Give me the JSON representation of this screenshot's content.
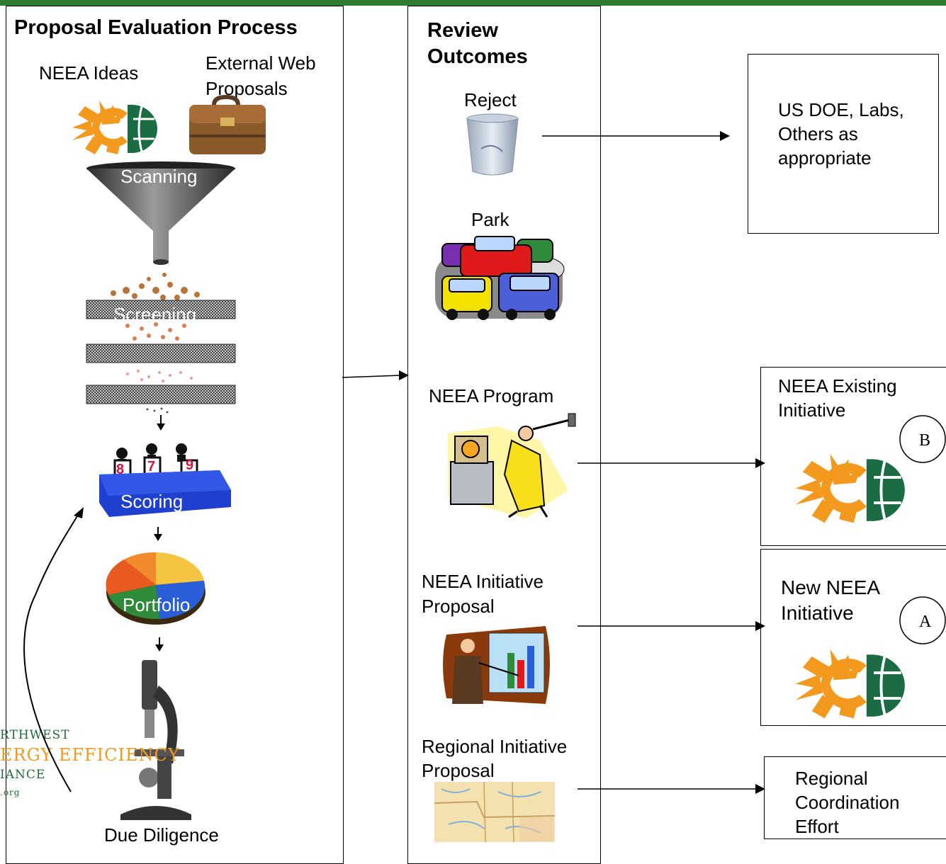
{
  "left_panel": {
    "title": "Proposal Evaluation Process",
    "neea_ideas": "NEEA Ideas",
    "external_web_proposals": [
      "External Web",
      "Proposals"
    ],
    "scanning": "Scanning",
    "screening": "Screening",
    "scoring": "Scoring",
    "score_cards": [
      "8",
      "7",
      "9"
    ],
    "portfolio": "Portfolio",
    "due_diligence": "Due Diligence",
    "watermark_logo": [
      "RTHWEST",
      "ERGY EFFICIENCY",
      "IANCE",
      ".org"
    ]
  },
  "middle_panel": {
    "title": [
      "Review",
      "Outcomes"
    ],
    "reject": "Reject",
    "park": "Park",
    "neea_program": "NEEA Program",
    "neea_initiative_proposal": [
      "NEEA Initiative",
      "Proposal"
    ],
    "regional_initiative_proposal": [
      "Regional Initiative",
      "Proposal"
    ]
  },
  "right_boxes": {
    "us_doe": [
      "US DOE, Labs,",
      "Others as",
      "appropriate"
    ],
    "existing_initiative": [
      "NEEA Existing",
      "Initiative"
    ],
    "existing_marker": "B",
    "new_initiative": [
      "New NEEA",
      "Initiative"
    ],
    "new_marker": "A",
    "regional_coordination": [
      "Regional",
      "Coordination",
      "Effort"
    ]
  },
  "colors": {
    "top_bar": "#2e7d32",
    "sun_orange": "#f39a1e",
    "globe_green": "#1b6b45",
    "scoring_blue": "#1f3fcf",
    "funnel_gray": "#555555"
  },
  "icons": [
    "sun-globe-logo",
    "briefcase-icon",
    "funnel-icon",
    "sieve-icon",
    "scoring-table-icon",
    "pie-chart-icon",
    "microscope-icon",
    "trash-can-icon",
    "traffic-jam-icon",
    "machine-worker-icon",
    "presenter-chart-icon",
    "regional-map-icon"
  ]
}
